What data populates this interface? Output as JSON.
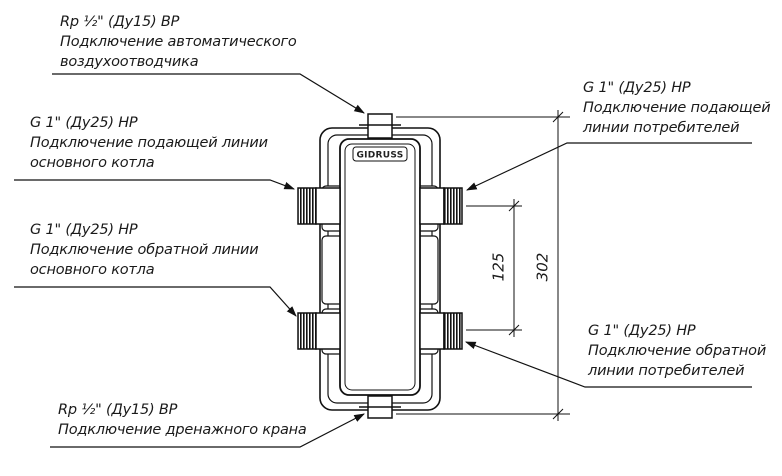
{
  "labels": {
    "air_vent": {
      "spec": "Rp ½\" (Ду15) ВР",
      "line1": "Подключение автоматического",
      "line2": "воздухоотводчика"
    },
    "boiler_supply": {
      "spec": "G 1\" (Ду25) НР",
      "line1": "Подключение подающей линии",
      "line2": "основного котла"
    },
    "boiler_return": {
      "spec": "G 1\" (Ду25) НР",
      "line1": "Подключение обратной линии",
      "line2": "основного котла"
    },
    "drain": {
      "spec": "Rp ½\" (Ду15) ВР",
      "line1": "Подключение дренажного крана"
    },
    "consumer_supply": {
      "spec": "G 1\" (Ду25) НР",
      "line1": "Подключение подающей",
      "line2": "линии потребителей"
    },
    "consumer_return": {
      "spec": "G 1\" (Ду25) НР",
      "line1": "Подключение обратной",
      "line2": "линии потребителей"
    }
  },
  "dimensions": {
    "nozzle_spacing": "125",
    "overall_height": "302"
  },
  "brand": "GIDRUSS"
}
